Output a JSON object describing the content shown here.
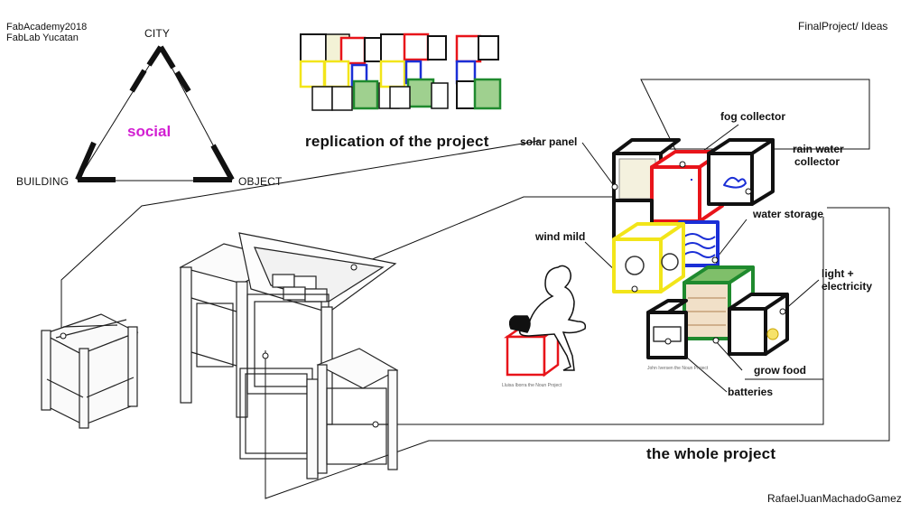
{
  "header": {
    "course": "FabAcademy2018",
    "lab": "FabLab Yucatan",
    "page_title": "FinalProject/ Ideas",
    "author": "RafaelJuanMachadoGamez"
  },
  "triangle": {
    "top": "CITY",
    "left": "BUILDING",
    "right": "OBJECT",
    "center": "social",
    "center_color": "#d21fd2"
  },
  "replication_caption": "replication of the project",
  "whole_caption": "the whole project",
  "cube_labels": {
    "fog_collector": "fog collector",
    "solar_panel": "solar panel",
    "rain_water_line1": "rain water",
    "rain_water_line2": "collector",
    "water_storage": "water storage",
    "wind_mild": "wind mild",
    "light_line1": "light +",
    "light_line2": "electricity",
    "grow_food": "grow food",
    "batteries": "batteries"
  },
  "credits": {
    "person": "Lluisa Iborra the Noun Project",
    "small": "John Iversen the Noun Project"
  },
  "colors": {
    "red": "#e8141a",
    "blue": "#1b2fd6",
    "yellow": "#f2e51a",
    "green": "#1f8a2e",
    "black": "#111111"
  }
}
